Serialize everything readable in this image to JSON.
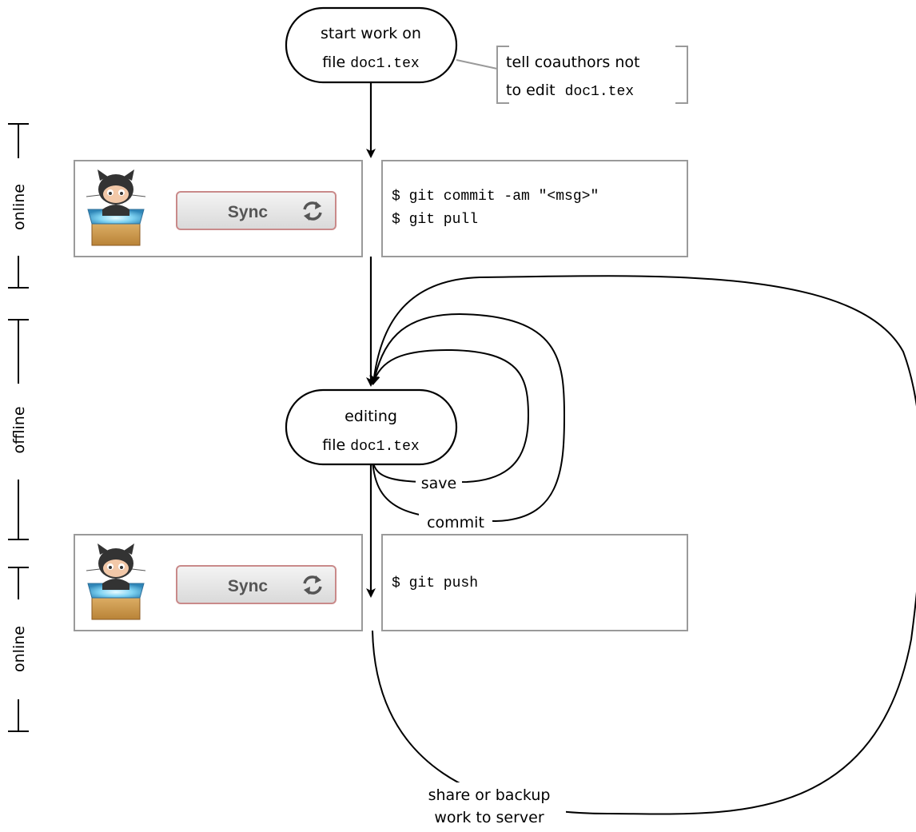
{
  "start_node": {
    "line1": "start work on",
    "line2_prefix": "file ",
    "line2_code": "doc1.tex"
  },
  "note": {
    "line1": "tell coauthors not",
    "line2_prefix": "to edit ",
    "line2_code": "doc1.tex"
  },
  "editing_node": {
    "line1": "editing",
    "line2_prefix": "file ",
    "line2_code": "doc1.tex"
  },
  "sync_panels": [
    {
      "button_label": "Sync",
      "commands": [
        "$ git commit -am \"<msg>\"",
        "$ git pull"
      ]
    },
    {
      "button_label": "Sync",
      "commands": [
        "$ git push"
      ]
    }
  ],
  "loop_labels": {
    "save": "save",
    "commit": "commit",
    "share_line1": "share or backup",
    "share_line2": "work to server"
  },
  "phases": [
    {
      "label": "online"
    },
    {
      "label": "offline"
    },
    {
      "label": "online"
    }
  ],
  "icons": {
    "app_icon": "octocat-box-icon",
    "sync_icon": "refresh-icon"
  }
}
